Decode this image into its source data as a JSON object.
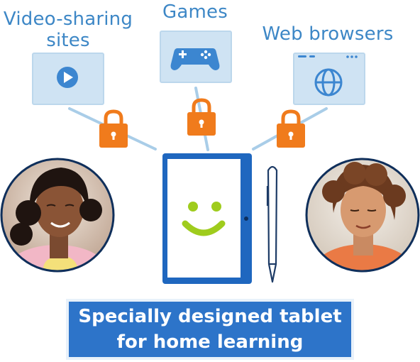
{
  "labels": {
    "video": [
      "Video-sharing",
      "sites"
    ],
    "games": "Games",
    "browsers": "Web browsers"
  },
  "banner": {
    "line1": "Specially designed tablet",
    "line2": "for home learning"
  },
  "colors": {
    "label_blue": "#3d87c6",
    "tile_fill": "#cfe3f3",
    "icon_blue": "#3c86d0",
    "lock_orange": "#f07b1c",
    "tablet_blue": "#1f67bf",
    "smile_green": "#9fcc1d",
    "banner_blue": "#2d74c9"
  },
  "icons": [
    "play-icon",
    "gamepad-icon",
    "globe-icon",
    "lock-icon",
    "smiley-icon",
    "stylus-icon"
  ]
}
